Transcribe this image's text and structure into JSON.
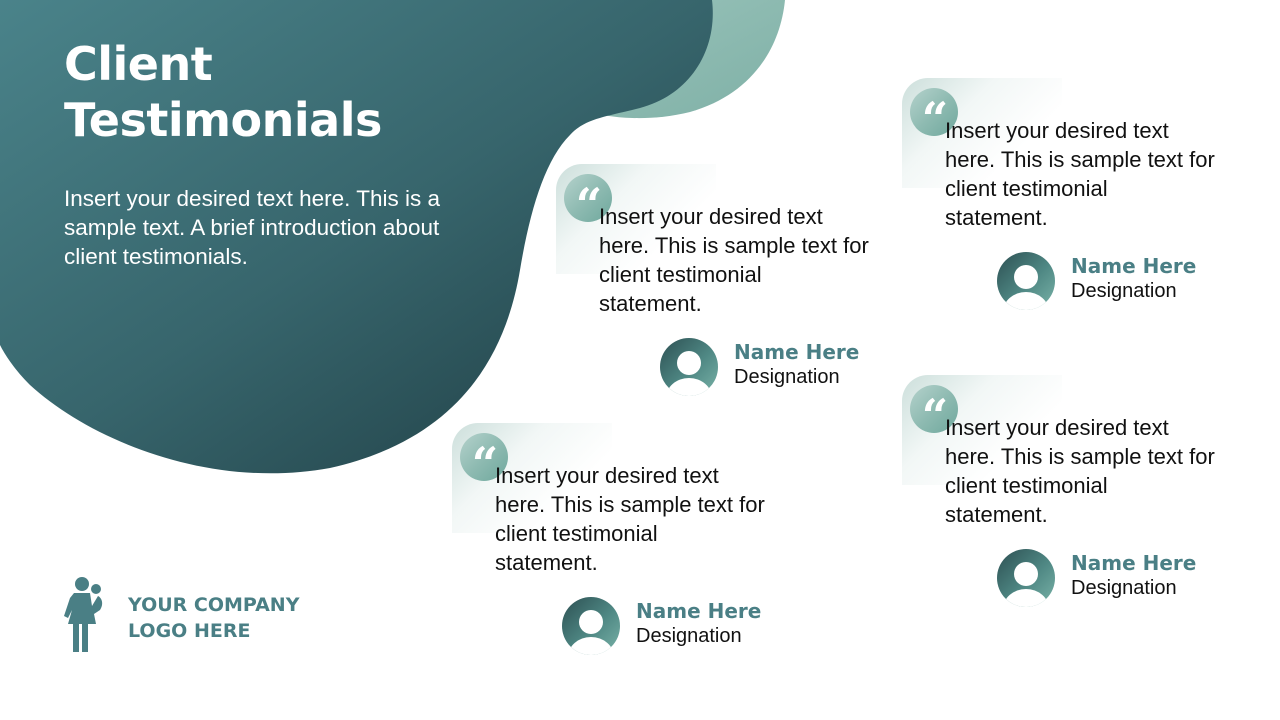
{
  "slide": {
    "title_line1": "Client",
    "title_line2": "Testimonials",
    "intro": "Insert your desired text here. This is a sample text. A brief introduction about client testimonials."
  },
  "colors": {
    "primary_dark": "#1f3c42",
    "primary": "#457d84",
    "accent_light": "#8ab9b0",
    "name_text": "#4a7f85",
    "body_text": "#111111"
  },
  "testimonials": [
    {
      "quote_icon": "quote-icon",
      "text": "Insert your desired text here. This is sample text for client testimonial statement.",
      "name": "Name Here",
      "designation": "Designation",
      "avatar_icon": "user-avatar-icon"
    },
    {
      "quote_icon": "quote-icon",
      "text": "Insert your desired text here. This is sample text for client testimonial statement.",
      "name": "Name Here",
      "designation": "Designation",
      "avatar_icon": "user-avatar-icon"
    },
    {
      "quote_icon": "quote-icon",
      "text": "Insert your desired text here. This is sample text for client testimonial statement.",
      "name": "Name Here",
      "designation": "Designation",
      "avatar_icon": "user-avatar-icon"
    },
    {
      "quote_icon": "quote-icon",
      "text": "Insert your desired text here. This is sample text for client testimonial statement.",
      "name": "Name Here",
      "designation": "Designation",
      "avatar_icon": "user-avatar-icon"
    }
  ],
  "logo": {
    "icon": "mother-with-child-icon",
    "line1": "YOUR COMPANY",
    "line2": "LOGO HERE"
  },
  "quote_glyph": "“"
}
